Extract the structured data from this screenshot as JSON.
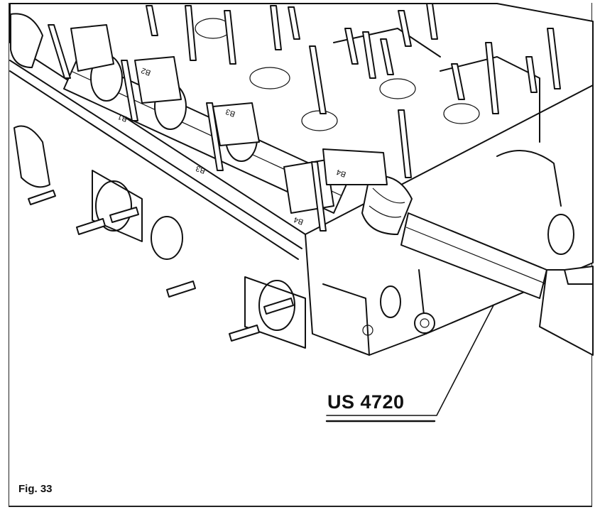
{
  "figure": {
    "caption": "Fig. 33",
    "tool_callout": "US 4720",
    "bearing_cap_labels": [
      "B1",
      "B2",
      "B3",
      "B3",
      "B4",
      "B4"
    ]
  }
}
